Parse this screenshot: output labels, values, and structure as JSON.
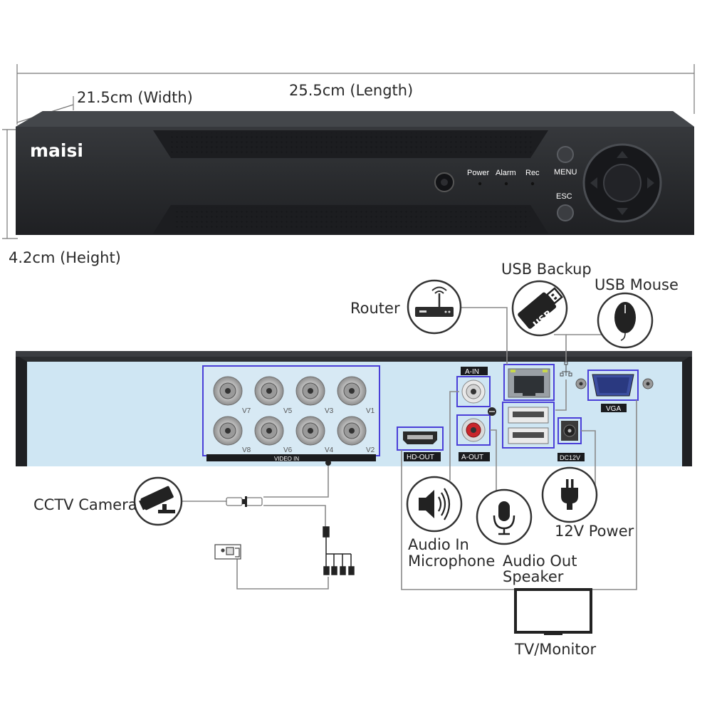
{
  "dimensions": {
    "width": "21.5cm (Width)",
    "length": "25.5cm (Length)",
    "height": "4.2cm (Height)"
  },
  "front_panel": {
    "brand": "maisi",
    "indicators": [
      "Power",
      "Alarm",
      "Rec"
    ],
    "menu_button": "MENU",
    "esc_button": "ESC"
  },
  "rear_panel": {
    "video_in_labels": [
      "V7",
      "V5",
      "V3",
      "V1",
      "V8",
      "V6",
      "V4",
      "V2"
    ],
    "video_in_title": "VIDEO IN",
    "a_in": "A-IN",
    "a_out": "A-OUT",
    "hd_out": "HD-OUT",
    "vga": "VGA",
    "dc12v": "DC12V"
  },
  "devices": {
    "router": "Router",
    "usb_backup": "USB Backup",
    "usb_badge": "USB",
    "usb_mouse": "USB Mouse",
    "cctv_camera": "CCTV Camera",
    "audio_in_line1": "Audio In",
    "audio_in_line2": "Microphone",
    "audio_out_line1": "Audio Out",
    "audio_out_line2": "Speaker",
    "power": "12V Power",
    "tv": "TV/Monitor"
  },
  "colors": {
    "panel_dark": "#2b2d30",
    "rear_blue": "#cfe6f3",
    "highlight": "#4a3fd8",
    "wire": "#8a8a8a"
  }
}
